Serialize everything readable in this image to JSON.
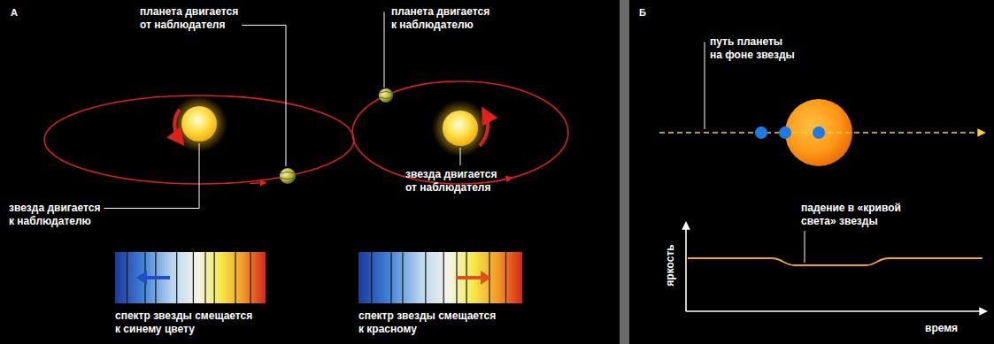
{
  "diagram": {
    "labels": [
      "А",
      "планета двигается от наблюдателя",
      "планета двигается к наблюдателю",
      "звезда двигается от наблюдателя",
      "звезда двигается к наблюдателю",
      "спектр звезды смещается к синему цвету",
      "спектр звезды смещается к красному",
      "Б",
      "путь планеты на фоне звезды",
      "падение в «кривой света» звезды",
      "яркость",
      "время"
    ]
  }
}
